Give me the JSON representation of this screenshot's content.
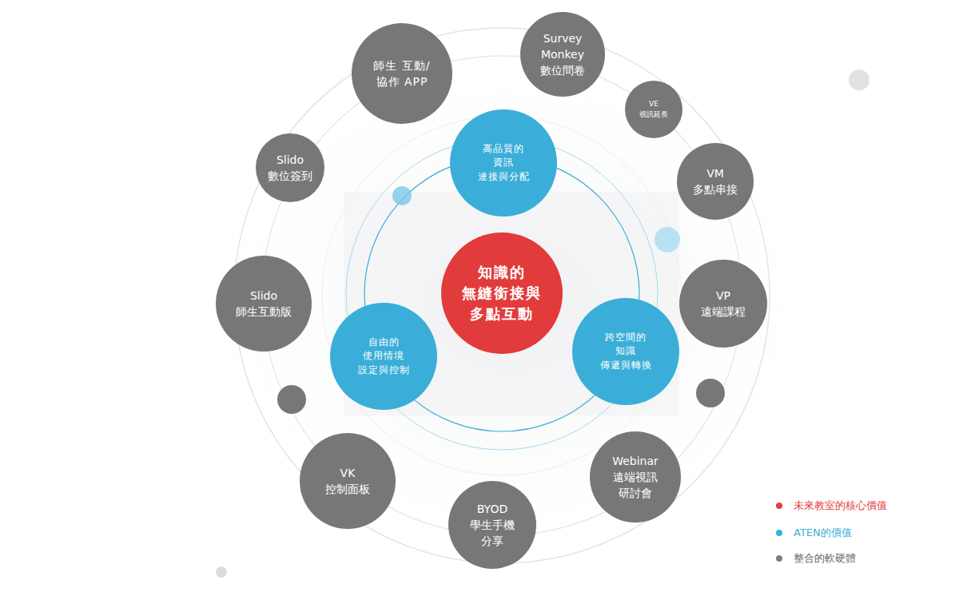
{
  "diagram": {
    "nodes": [
      {
        "text": [
          "Survey Monkey 數位問卷"
        ]
      },
      {
        "text": [
          "師生 互動/協作 APP"
        ]
      },
      {
        "text": [
          "VE 視訊延長"
        ]
      },
      {
        "text": [
          "高品質的 資訊 連接與分配"
        ]
      },
      {
        "text": [
          "Slido 數位簽到"
        ]
      },
      {
        "text": [
          "VM 多點串接"
        ]
      },
      {
        "text": [
          "知識的 無縫銜接與 多點互動"
        ]
      },
      {
        "text": [
          "Slido 師生互動版"
        ]
      },
      {
        "text": [
          "VP 遠端課程"
        ]
      },
      {
        "text": [
          "自由的 使用情境 設定與控制"
        ]
      },
      {
        "text": [
          "跨空間的 知識 傳遞與轉換"
        ]
      },
      {
        "text": [
          "VK 控制面板"
        ]
      },
      {
        "text": [
          "Webinar 遠端視訊 研討會"
        ]
      },
      {
        "text": [
          "BYOD 學生手機 分享"
        ]
      }
    ],
    "legend": [
      {
        "text": "未來教室的核心價值",
        "color": "#e53e3e"
      },
      {
        "text": "ATEN的價值",
        "color": "#3bb0d8"
      },
      {
        "text": "整合的軟硬體",
        "color": "#7f7f7f"
      }
    ]
  }
}
